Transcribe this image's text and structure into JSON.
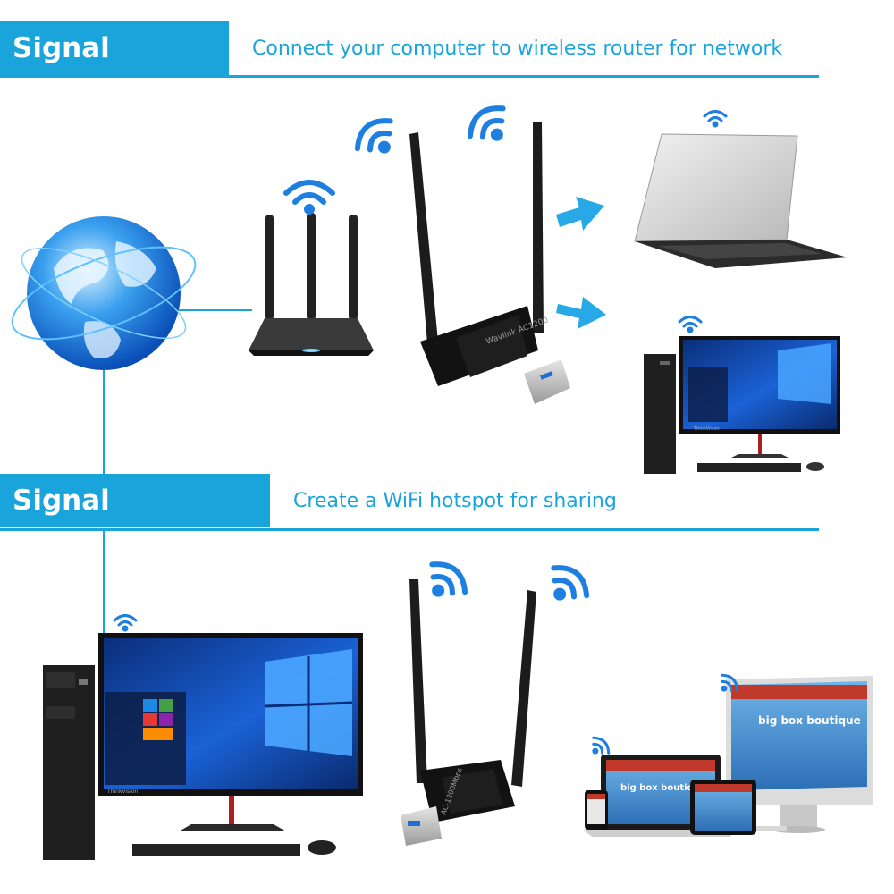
{
  "sections": {
    "receiver": {
      "title": "Signal Receiver",
      "description": "Connect your computer to wireless router for network"
    },
    "transmitter": {
      "title": "Signal Transmitter",
      "description": "Create a WiFi hotspot for sharing"
    }
  },
  "adapter_labels": {
    "top": "Wavlink AC1200",
    "bottom": "AC-1200Mbps"
  },
  "monitor_brand": "ThinkVision",
  "boutique_sign": "big box boutique",
  "colors": {
    "accent": "#1aa4dc",
    "wifi": "#1e7fe0",
    "arrow": "#27a9e8",
    "device_dark": "#1a1a1a"
  }
}
